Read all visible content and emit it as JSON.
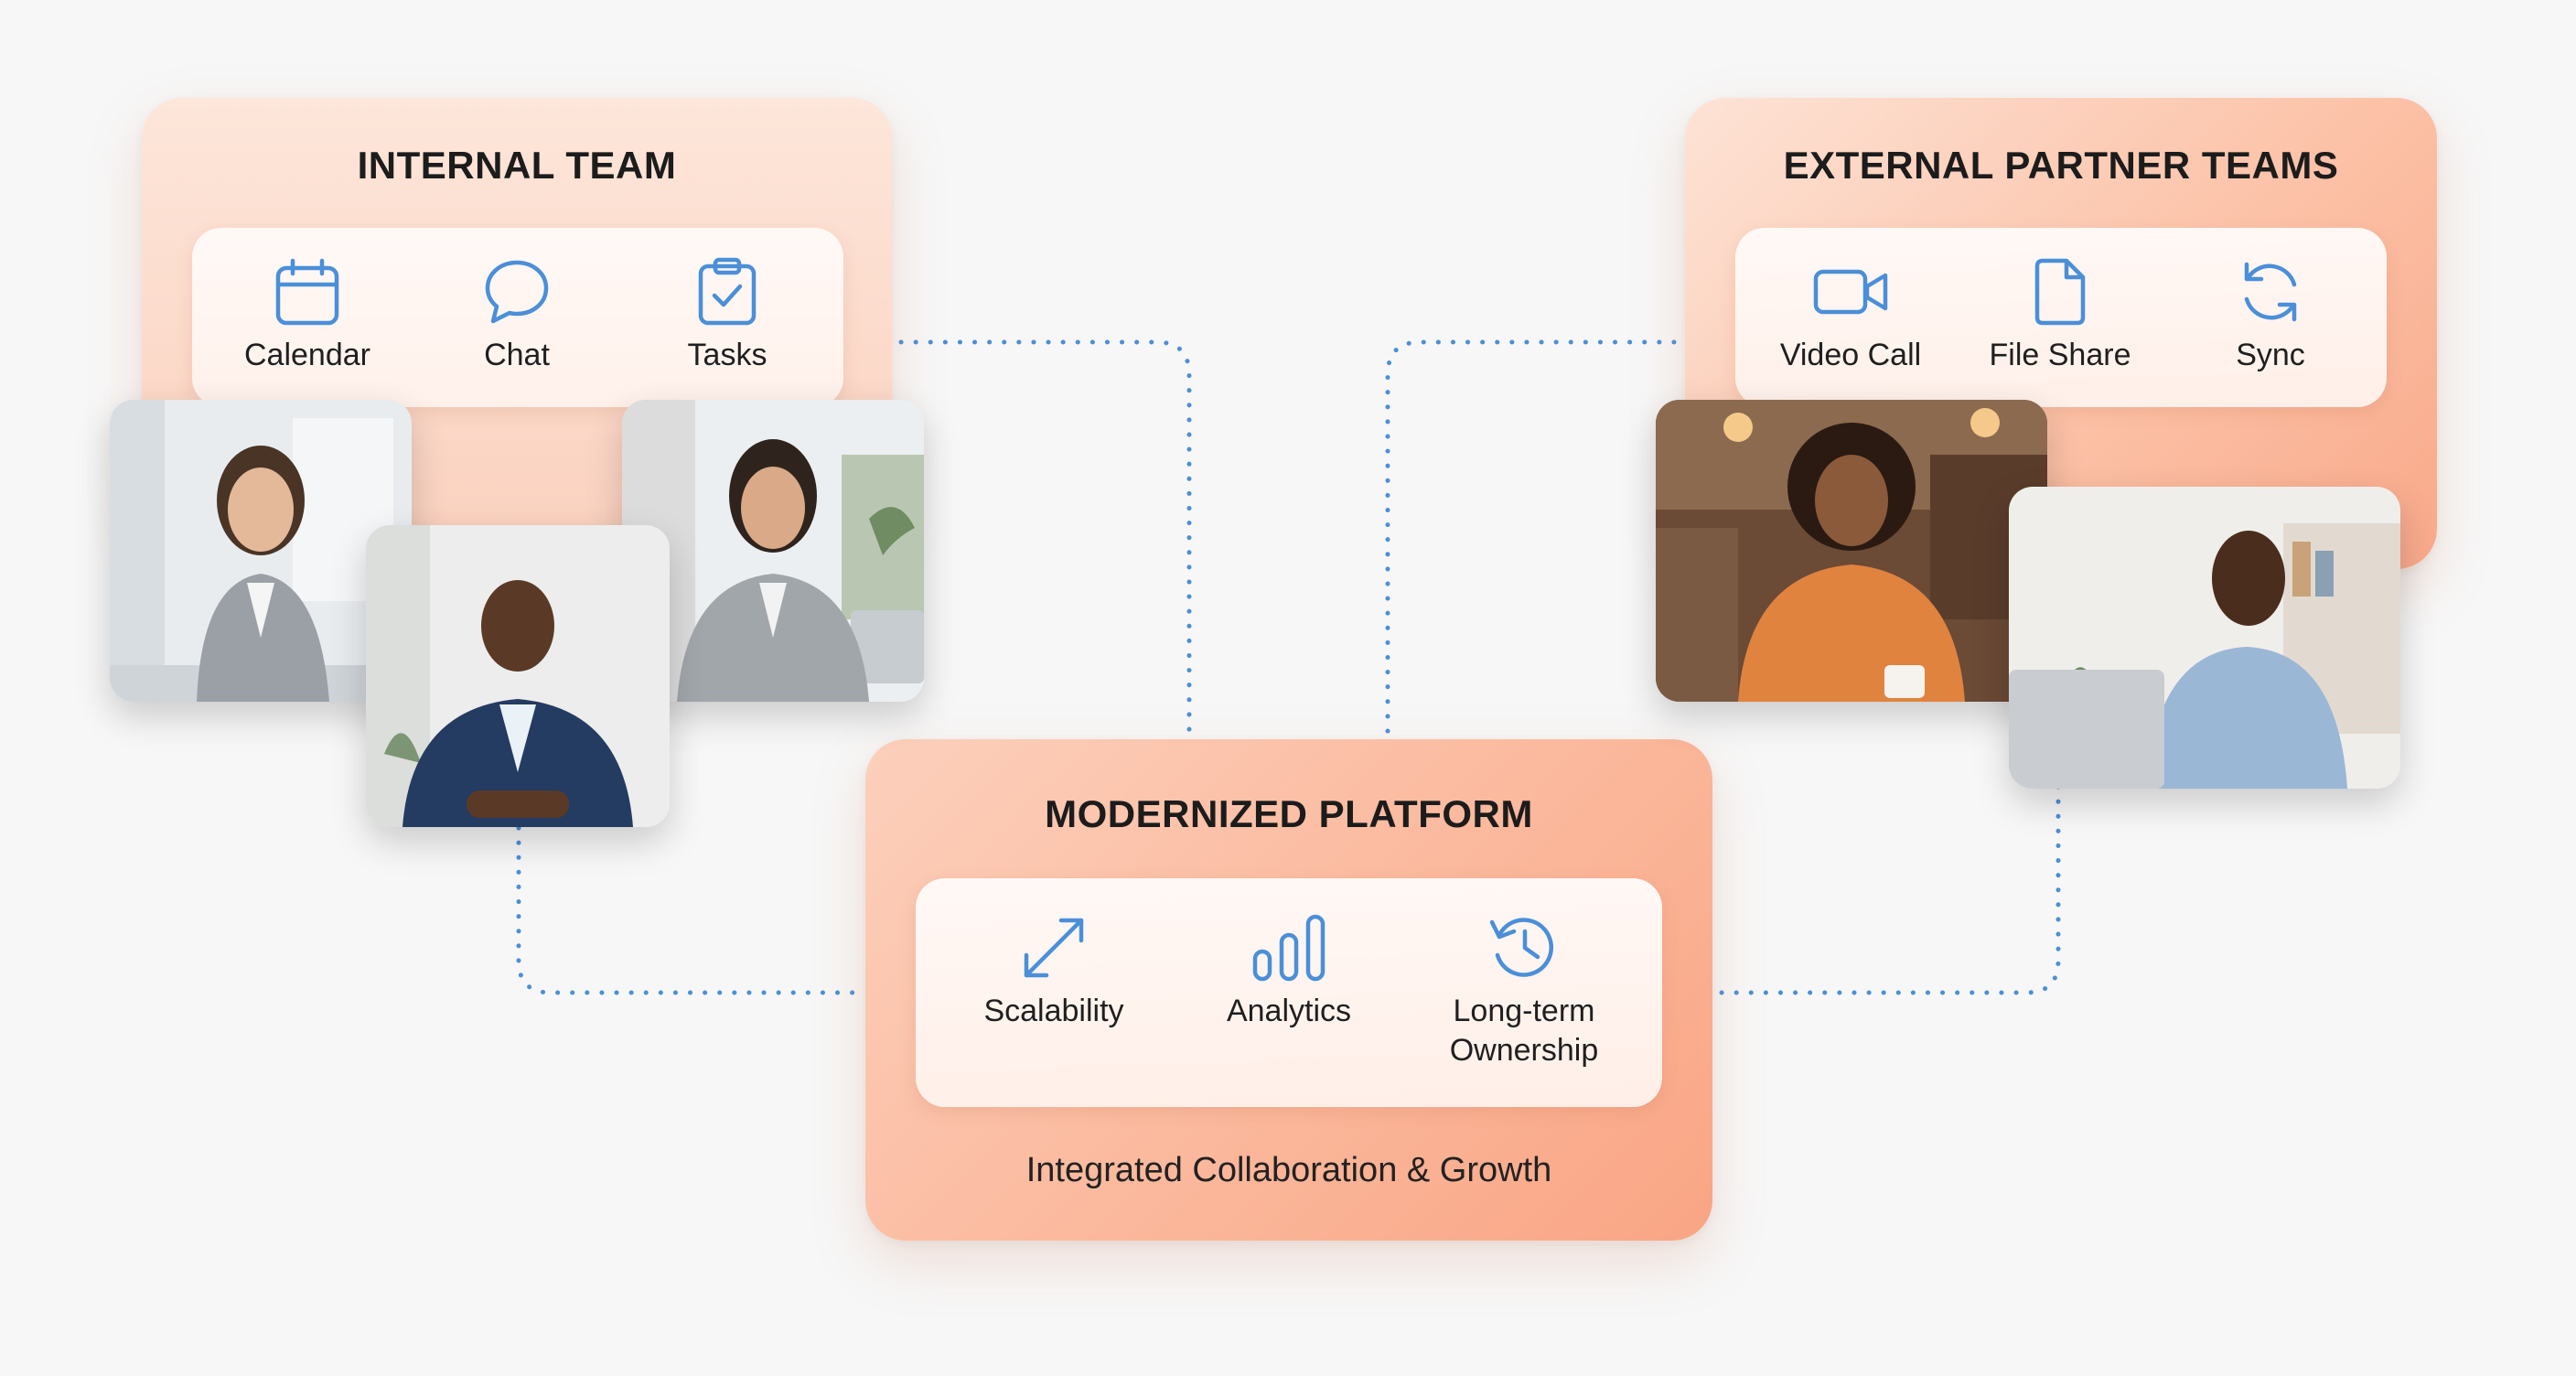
{
  "panels": {
    "internal": {
      "title": "INTERNAL TEAM",
      "tools": [
        {
          "label": "Calendar",
          "icon": "calendar-icon"
        },
        {
          "label": "Chat",
          "icon": "chat-icon"
        },
        {
          "label": "Tasks",
          "icon": "tasks-icon"
        }
      ]
    },
    "external": {
      "title": "EXTERNAL PARTNER TEAMS",
      "tools": [
        {
          "label": "Video Call",
          "icon": "video-call-icon"
        },
        {
          "label": "File Share",
          "icon": "file-share-icon"
        },
        {
          "label": "Sync",
          "icon": "sync-icon"
        }
      ]
    },
    "platform": {
      "title": "MODERNIZED PLATFORM",
      "tools": [
        {
          "label": "Scalability",
          "icon": "scalability-icon"
        },
        {
          "label": "Analytics",
          "icon": "analytics-icon"
        },
        {
          "label": "Long-term Ownership",
          "icon": "history-icon"
        }
      ],
      "footer": "Integrated Collaboration & Growth"
    }
  },
  "colors": {
    "accent_blue": "#4a8fd8",
    "panel_light": "#fde3d6",
    "panel_dark": "#f9ad8e",
    "connector": "#4a8fd8"
  }
}
